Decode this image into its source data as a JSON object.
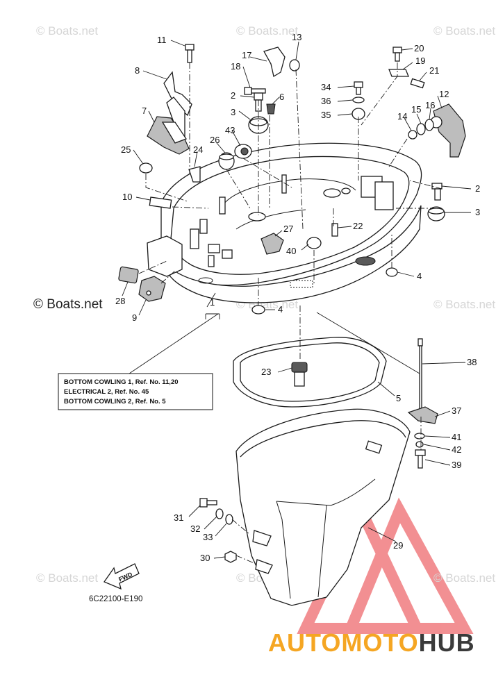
{
  "watermarks": {
    "site": "© Boats.net"
  },
  "callouts": [
    {
      "id": "c11",
      "text": "11"
    },
    {
      "id": "c13",
      "text": "13"
    },
    {
      "id": "c20",
      "text": "20"
    },
    {
      "id": "c8",
      "text": "8"
    },
    {
      "id": "c17",
      "text": "17"
    },
    {
      "id": "c18",
      "text": "18"
    },
    {
      "id": "c19",
      "text": "19"
    },
    {
      "id": "c21",
      "text": "21"
    },
    {
      "id": "c34",
      "text": "34"
    },
    {
      "id": "c2a",
      "text": "2"
    },
    {
      "id": "c6",
      "text": "6"
    },
    {
      "id": "c12",
      "text": "12"
    },
    {
      "id": "c36",
      "text": "36"
    },
    {
      "id": "c7",
      "text": "7"
    },
    {
      "id": "c3a",
      "text": "3"
    },
    {
      "id": "c35",
      "text": "35"
    },
    {
      "id": "c15",
      "text": "15"
    },
    {
      "id": "c16",
      "text": "16"
    },
    {
      "id": "c14",
      "text": "14"
    },
    {
      "id": "c43",
      "text": "43"
    },
    {
      "id": "c25",
      "text": "25"
    },
    {
      "id": "c26",
      "text": "26"
    },
    {
      "id": "c24",
      "text": "24"
    },
    {
      "id": "c2b",
      "text": "2"
    },
    {
      "id": "c10",
      "text": "10"
    },
    {
      "id": "c3b",
      "text": "3"
    },
    {
      "id": "c22",
      "text": "22"
    },
    {
      "id": "c27",
      "text": "27"
    },
    {
      "id": "c40",
      "text": "40"
    },
    {
      "id": "c4a",
      "text": "4"
    },
    {
      "id": "c28",
      "text": "28"
    },
    {
      "id": "c9",
      "text": "9"
    },
    {
      "id": "c1",
      "text": "1"
    },
    {
      "id": "c4b",
      "text": "4"
    },
    {
      "id": "c38",
      "text": "38"
    },
    {
      "id": "c23",
      "text": "23"
    },
    {
      "id": "c5",
      "text": "5"
    },
    {
      "id": "c37",
      "text": "37"
    },
    {
      "id": "c41",
      "text": "41"
    },
    {
      "id": "c42",
      "text": "42"
    },
    {
      "id": "c39",
      "text": "39"
    },
    {
      "id": "c31",
      "text": "31"
    },
    {
      "id": "c32",
      "text": "32"
    },
    {
      "id": "c33",
      "text": "33"
    },
    {
      "id": "c29",
      "text": "29"
    },
    {
      "id": "c30",
      "text": "30"
    }
  ],
  "note": {
    "line1": "BOTTOM COWLING 1,  Ref. No. 11,20",
    "line2": "ELECTRICAL 2,  Ref. No. 45",
    "line3": "BOTTOM COWLING 2,  Ref. No. 5"
  },
  "fwd_label": "FWD",
  "diagram_code": "6C22100-E190",
  "brand": {
    "part1": "AUTOMOTO",
    "part2": "HUB",
    "color1": "#f5a623",
    "color2": "#3a3a3a",
    "logo_color": "#e8353a"
  }
}
